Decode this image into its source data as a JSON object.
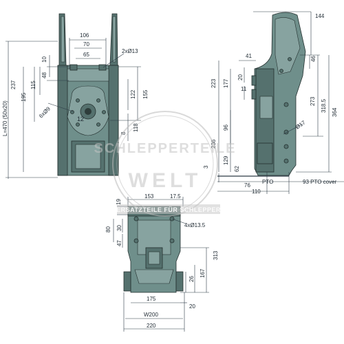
{
  "front_view": {
    "dims": {
      "d106": "106",
      "d70": "70",
      "d65": "65",
      "d10": "10",
      "d48": "48",
      "holes2": "2xØ13",
      "d115": "115",
      "d195": "195",
      "d237": "237",
      "d122": "122",
      "d155": "155",
      "holes6": "6xØ9",
      "d12": "12",
      "d8": "8",
      "d118": "118",
      "length": "L=470 (50x20)"
    }
  },
  "side_view": {
    "dims": {
      "d144": "144",
      "d41": "41",
      "d46": "46",
      "d223": "223",
      "d177": "177",
      "d20": "20",
      "d11": "11",
      "d273": "273",
      "d318": "318.5",
      "d364": "364",
      "d96": "96",
      "d17": "Ø17",
      "d236": "236",
      "d129": "129",
      "d62": "62",
      "d3": "3",
      "d76": "76",
      "pto": "PTO",
      "d110": "110",
      "pto_cover": "93 PTO cover"
    }
  },
  "bottom_view": {
    "dims": {
      "d19": "19",
      "d153": "153",
      "d175a": "17.5",
      "d80": "80",
      "d30": "30",
      "holes4": "4xØ13.5",
      "d47": "47",
      "d313": "313",
      "d26": "26",
      "d167": "167",
      "d175": "175",
      "d20": "20",
      "w200": "W200",
      "d220": "220"
    }
  },
  "watermark": {
    "top_text": "SCHLEPPERTEILE",
    "middle_text": "WELT",
    "ribbon_text": "ERSATZTEILE FÜR SCHLEPPER"
  }
}
